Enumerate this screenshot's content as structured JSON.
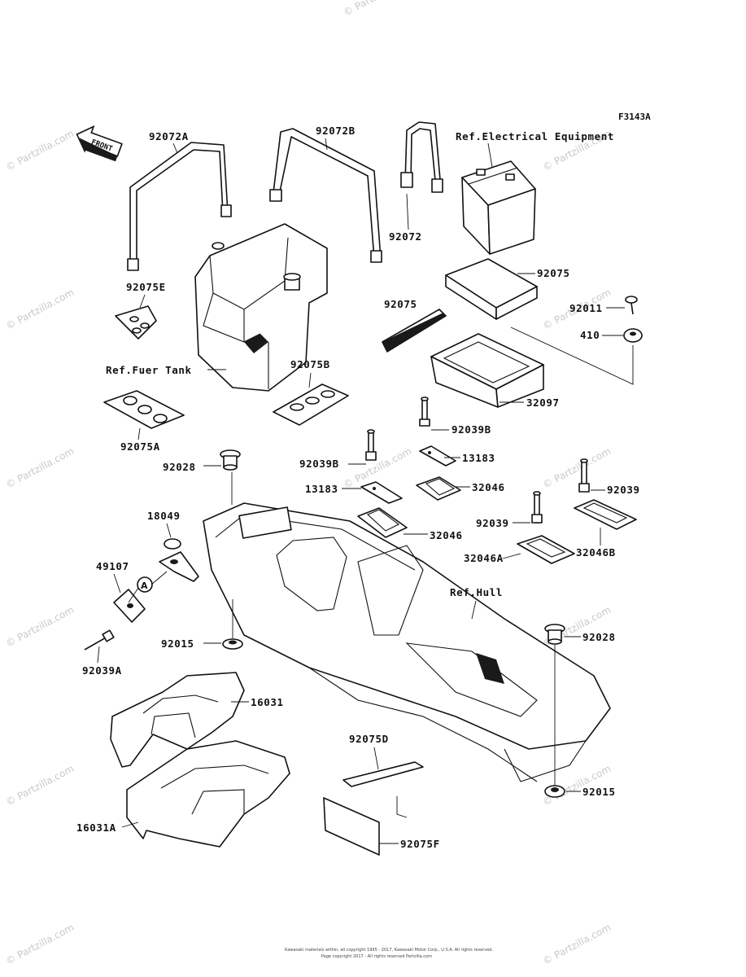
{
  "figure_id": "F3143A",
  "front_marker": "FRONT",
  "circle_ref": "A",
  "watermark": "© Partzilla.com",
  "footer_lines": [
    "Kawasaki materials within, all copyright 1995 - 2017, Kawasaki Motor Corp., U.S.A. All rights reserved.",
    "Page copyright 2017 - All rights reserved Partzilla.com"
  ],
  "labels": {
    "p92072A": "92072A",
    "p92072B": "92072B",
    "p92072": "92072",
    "ref_electrical": "Ref.Electrical Equipment",
    "p92075": "92075",
    "p92011": "92011",
    "p410": "410",
    "p92075E": "92075E",
    "p92075_mid": "92075",
    "ref_fuel_tank": "Ref.Fuer Tank",
    "p92075B": "92075B",
    "p32097": "32097",
    "p92075A": "92075A",
    "p92039B_top": "92039B",
    "p13183_top": "13183",
    "p92028_top": "92028",
    "p92039B_mid": "92039B",
    "p32046_top": "32046",
    "p13183_mid": "13183",
    "p92039_right": "92039",
    "p18049": "18049",
    "p92039_mid": "92039",
    "p32046_mid": "32046",
    "p32046A": "32046A",
    "p32046B": "32046B",
    "p49107": "49107",
    "ref_hull": "Ref.Hull",
    "p92015_left": "92015",
    "p92028_right": "92028",
    "p92039A": "92039A",
    "p16031": "16031",
    "p92075D": "92075D",
    "p92015_right": "92015",
    "p16031A": "16031A",
    "p92075F": "92075F"
  }
}
